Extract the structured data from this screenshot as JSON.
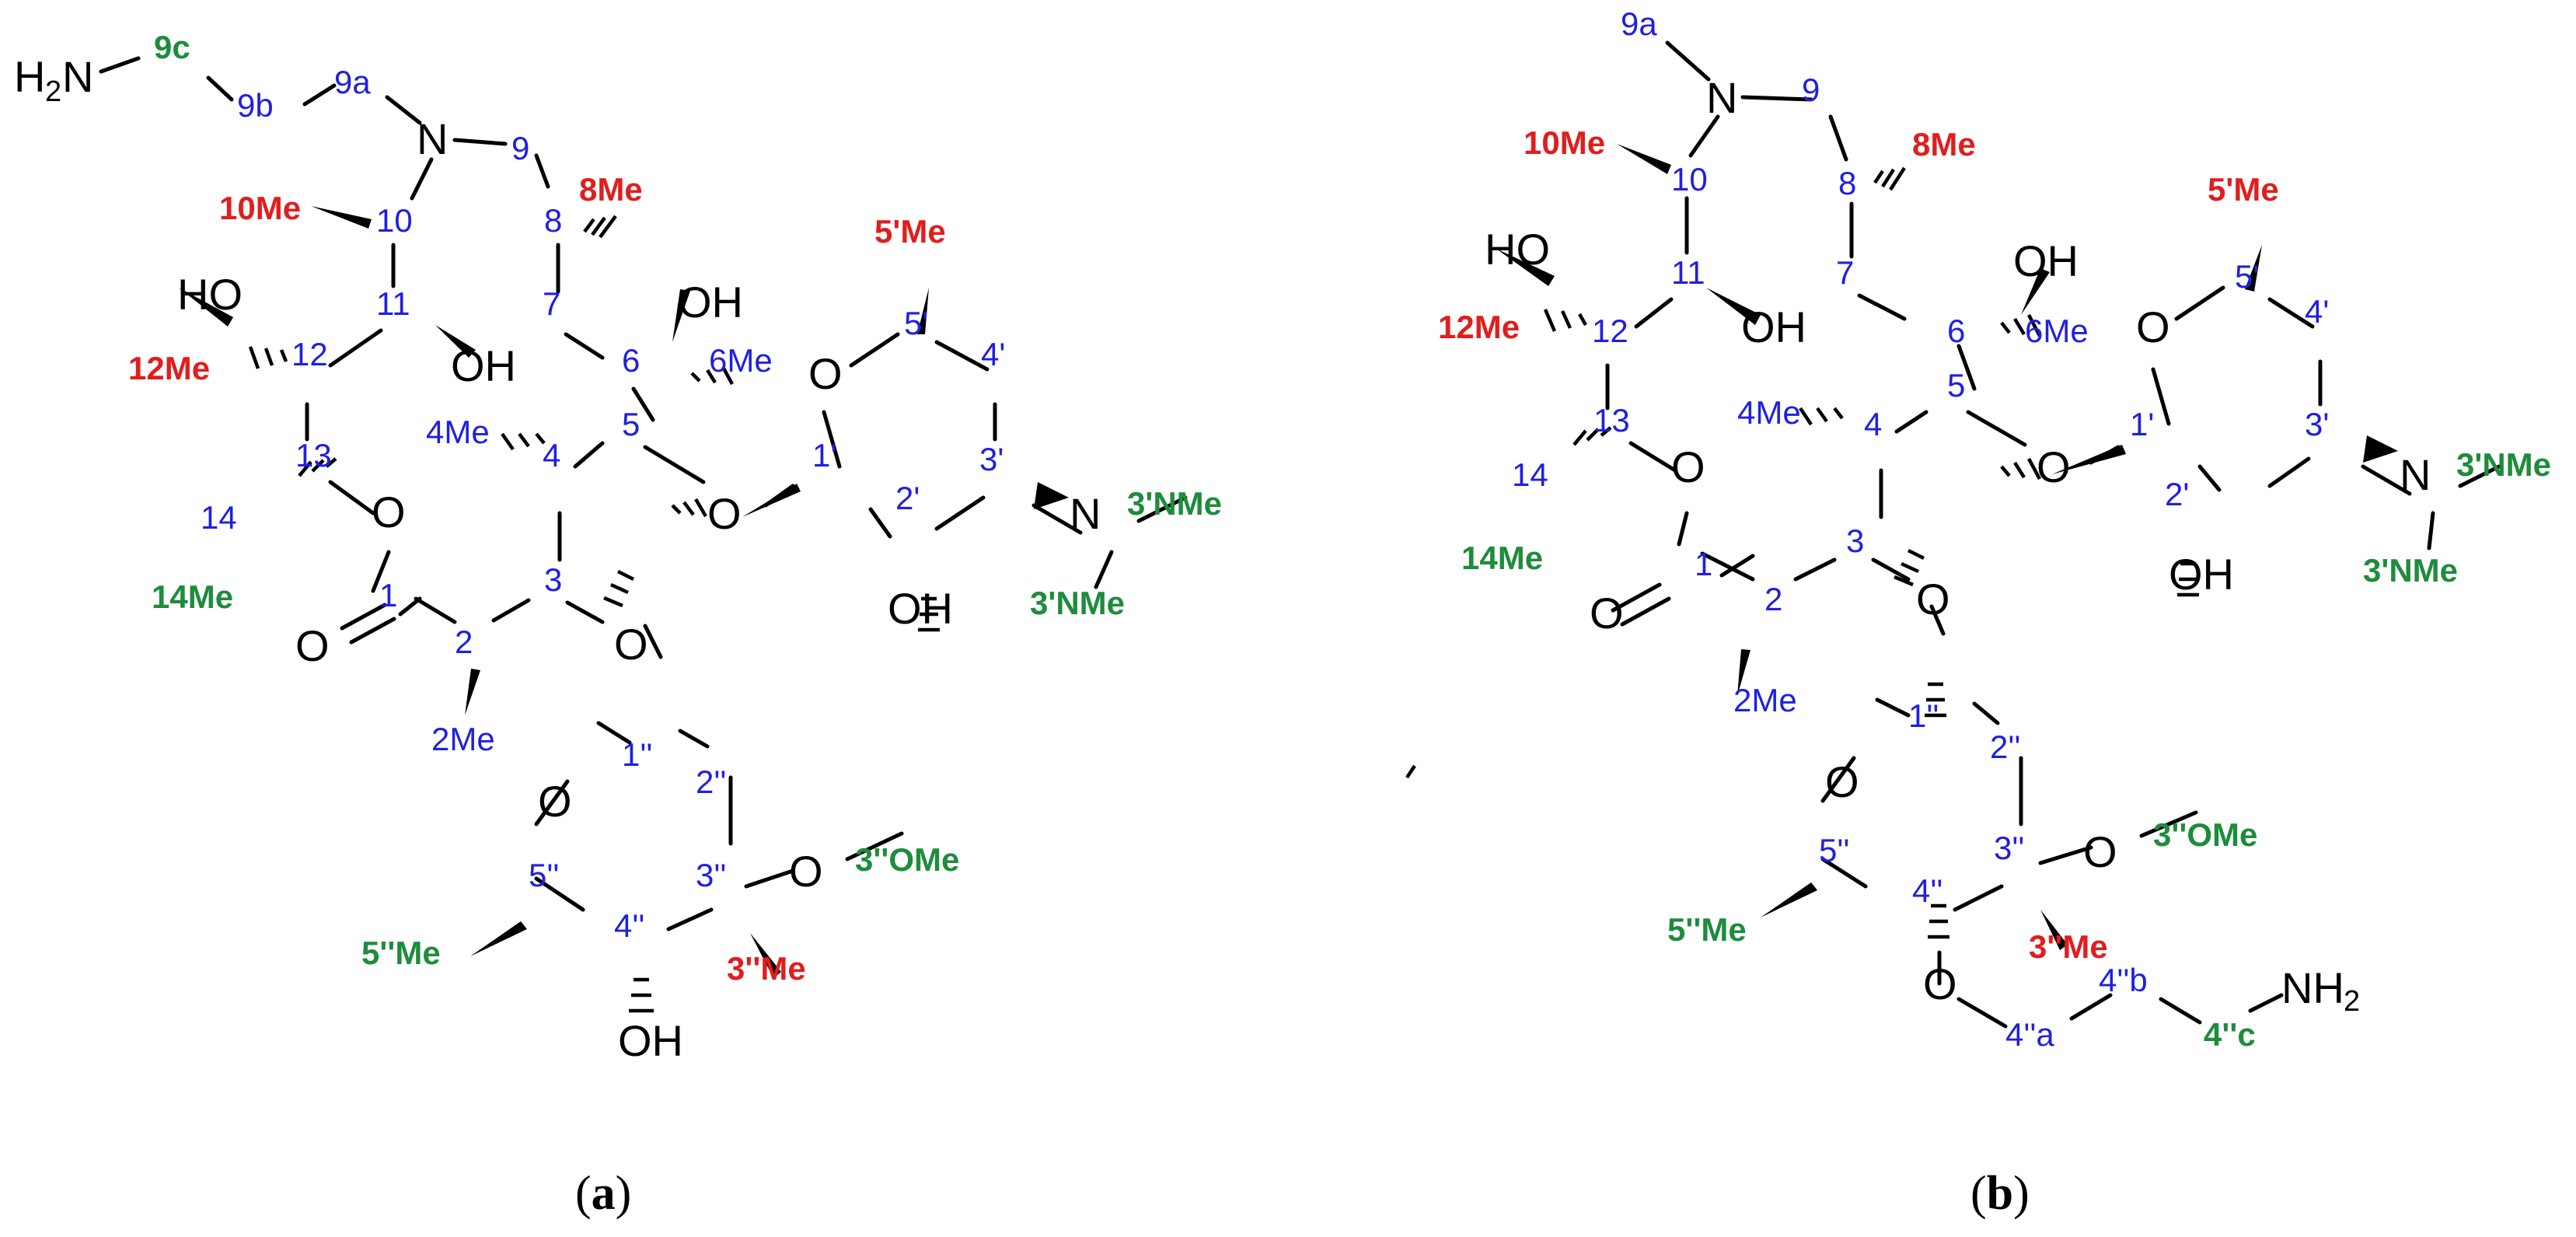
{
  "colors": {
    "bond": "#000000",
    "atom": "#000000",
    "position_number": "#2020e0",
    "methyl_red": "#e01e1e",
    "substituent_green": "#1e8c3c"
  },
  "panels": [
    {
      "caption_letter": "a",
      "atoms": {
        "N9": "N",
        "O_13": "O",
        "O_carbonyl": "O",
        "O_ring3": "O",
        "O_ring5": "O",
        "O_ringA": "O",
        "O_ringB": "O",
        "N_3p": "N",
        "O_3pp": "O",
        "HO_12": "HO",
        "OH_11": "OH",
        "OH_6": "OH",
        "OH_2p": "OH",
        "OH_4pp": "OH",
        "H2N": "H",
        "H2N_sub": "2",
        "H2N_N": "N"
      },
      "numbers": {
        "n9c": "9c",
        "n9b": "9b",
        "n9a": "9a",
        "n9": "9",
        "n10": "10",
        "n8": "8",
        "n11": "11",
        "n12": "12",
        "n7": "7",
        "n6": "6",
        "n6Me": "6Me",
        "n5p": "5'",
        "n4p": "4'",
        "n13": "13",
        "n4Me": "4Me",
        "n4": "4",
        "n5": "5",
        "n1p": "1'",
        "n2p": "2'",
        "n3p": "3'",
        "n14": "14",
        "n1": "1",
        "n3": "3",
        "n2": "2",
        "n2Me": "2Me",
        "n1pp": "1''",
        "n2pp": "2''",
        "n5pp": "5''",
        "n4pp": "4''",
        "n3pp": "3''"
      },
      "red_labels": {
        "r10Me": "10Me",
        "r8Me": "8Me",
        "r12Me": "12Me",
        "r5pMe": "5'Me",
        "r3ppMe": "3''Me"
      },
      "green_labels": {
        "g9c": "9c",
        "g14Me": "14Me",
        "g3pNMe_a": "3'NMe",
        "g3pNMe_b": "3'NMe",
        "g3ppOMe": "3''OMe",
        "g5ppMe": "5''Me"
      }
    },
    {
      "caption_letter": "b",
      "atoms": {
        "N9": "N",
        "O_13": "O",
        "O_carbonyl": "O",
        "O_ring3": "O",
        "O_ring5": "O",
        "O_ringA": "O",
        "O_ringB": "O",
        "N_3p": "N",
        "O_3pp": "O",
        "O_4pp": "O",
        "HO_12": "HO",
        "OH_11": "OH",
        "OH_6": "OH",
        "OH_2p": "OH",
        "NH2_N": "NH",
        "NH2_sub": "2"
      },
      "numbers": {
        "n9a": "9a",
        "n9": "9",
        "n10": "10",
        "n8": "8",
        "n11": "11",
        "n12": "12",
        "n7": "7",
        "n6": "6",
        "n6Me": "6Me",
        "n5p": "5'",
        "n4p": "4'",
        "n13": "13",
        "n4Me": "4Me",
        "n4": "4",
        "n5": "5",
        "n1p": "1'",
        "n2p": "2'",
        "n3p": "3'",
        "n14": "14",
        "n1": "1",
        "n3": "3",
        "n2": "2",
        "n2Me": "2Me",
        "n1pp": "1''",
        "n2pp": "2''",
        "n5pp": "5''",
        "n4pp": "4''",
        "n3pp": "3''",
        "n4ppa": "4''a",
        "n4ppb": "4''b"
      },
      "red_labels": {
        "r10Me": "10Me",
        "r8Me": "8Me",
        "r12Me": "12Me",
        "r5pMe": "5'Me",
        "r3ppMe": "3''Me"
      },
      "green_labels": {
        "g14Me": "14Me",
        "g3pNMe_a": "3'NMe",
        "g3pNMe_b": "3'NMe",
        "g3ppOMe": "3''OMe",
        "g5ppMe": "5''Me",
        "g4ppc": "4''c"
      }
    }
  ]
}
